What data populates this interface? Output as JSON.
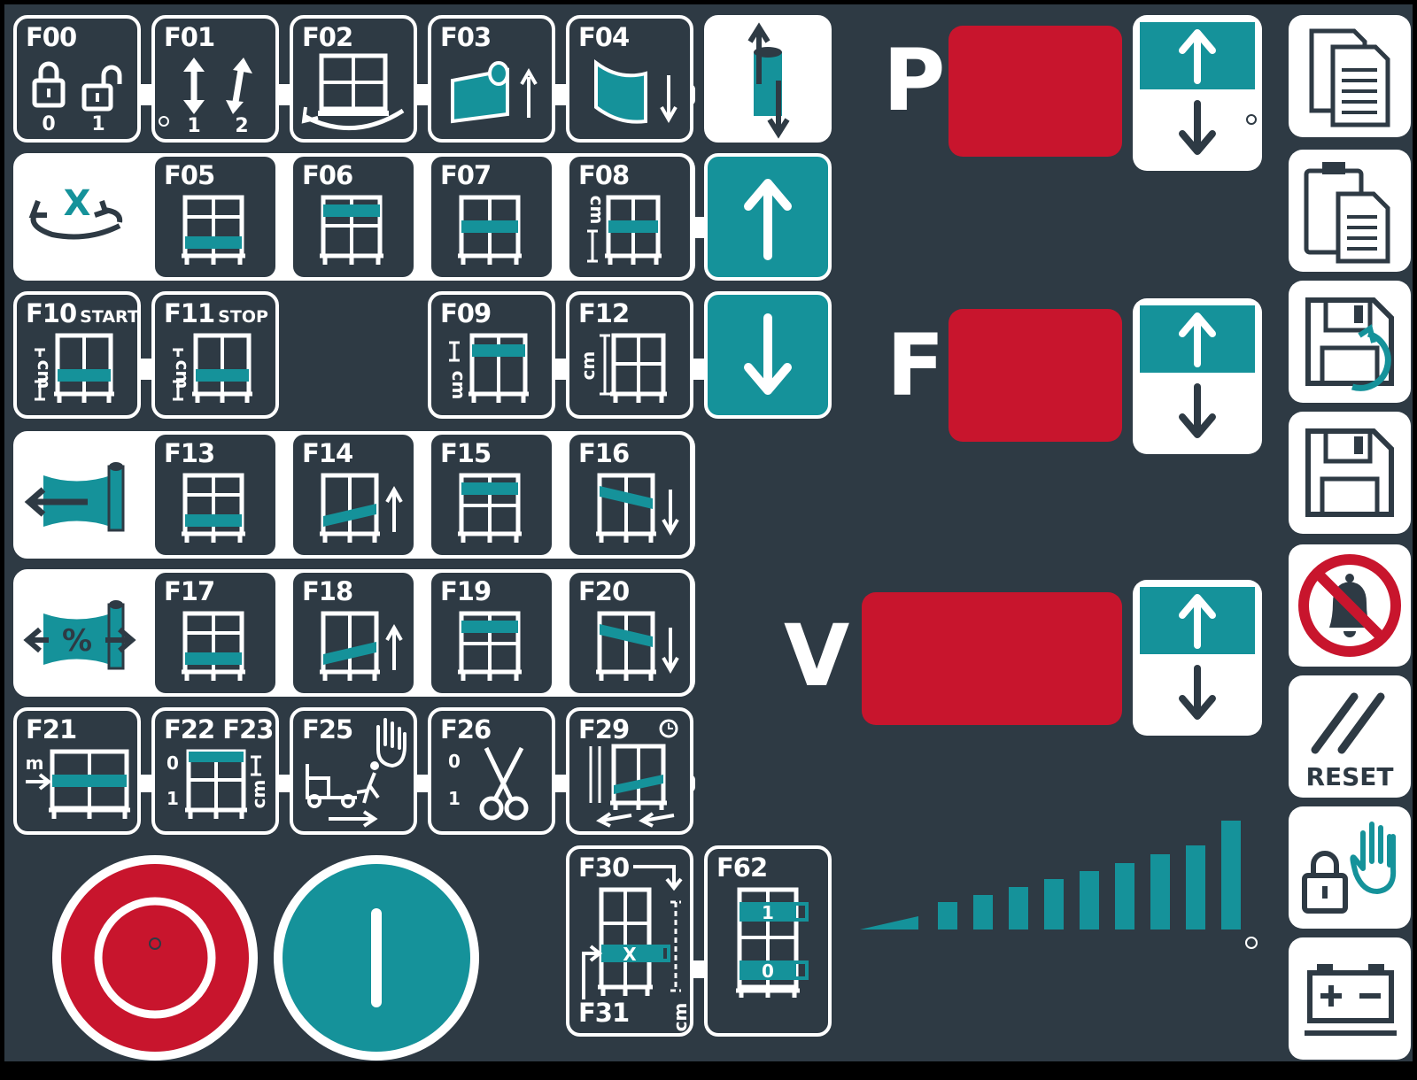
{
  "tiles": {
    "f00": {
      "code": "F00",
      "a": "0",
      "b": "1"
    },
    "f01": {
      "code": "F01",
      "a": "1",
      "b": "2"
    },
    "f02": {
      "code": "F02"
    },
    "f03": {
      "code": "F03"
    },
    "f04": {
      "code": "F04"
    },
    "f05": {
      "code": "F05"
    },
    "f06": {
      "code": "F06"
    },
    "f07": {
      "code": "F07"
    },
    "f08": {
      "code": "F08",
      "unit": "cm"
    },
    "f09": {
      "code": "F09",
      "unit": "cm"
    },
    "f10": {
      "code": "F10",
      "sub": "START",
      "unit": "cm"
    },
    "f11": {
      "code": "F11",
      "sub": "STOP",
      "unit": "cm"
    },
    "f12": {
      "code": "F12",
      "unit": "cm"
    },
    "f13": {
      "code": "F13"
    },
    "f14": {
      "code": "F14"
    },
    "f15": {
      "code": "F15"
    },
    "f16": {
      "code": "F16"
    },
    "f17": {
      "code": "F17"
    },
    "f18": {
      "code": "F18"
    },
    "f19": {
      "code": "F19"
    },
    "f20": {
      "code": "F20"
    },
    "f21": {
      "code": "F21",
      "unit": "m"
    },
    "f22": {
      "code": "F22",
      "code2": "F23",
      "a": "0",
      "b": "1",
      "unit": "cm"
    },
    "f25": {
      "code": "F25"
    },
    "f26": {
      "code": "F26",
      "a": "0",
      "b": "1"
    },
    "f29": {
      "code": "F29"
    },
    "f30": {
      "code": "F30",
      "code2": "F31",
      "mark": "X",
      "unit": "cm"
    },
    "f62": {
      "code": "F62",
      "a": "1",
      "b": "0"
    }
  },
  "x_mark": "X",
  "percent_mark": "%",
  "params": {
    "p": "P",
    "f": "F",
    "v": "V"
  },
  "reset_label": "RESET",
  "colors": {
    "panel": "#2e3a44",
    "teal": "#15929a",
    "red": "#c8152d",
    "white": "#ffffff"
  },
  "icons": [
    "lock-icon",
    "unlock-icon",
    "copy-icon",
    "paste-icon",
    "save-restore-icon",
    "save-icon",
    "alarm-mute-icon",
    "reset-icon",
    "lock-hand-icon",
    "battery-icon",
    "stop-icon",
    "start-icon"
  ]
}
